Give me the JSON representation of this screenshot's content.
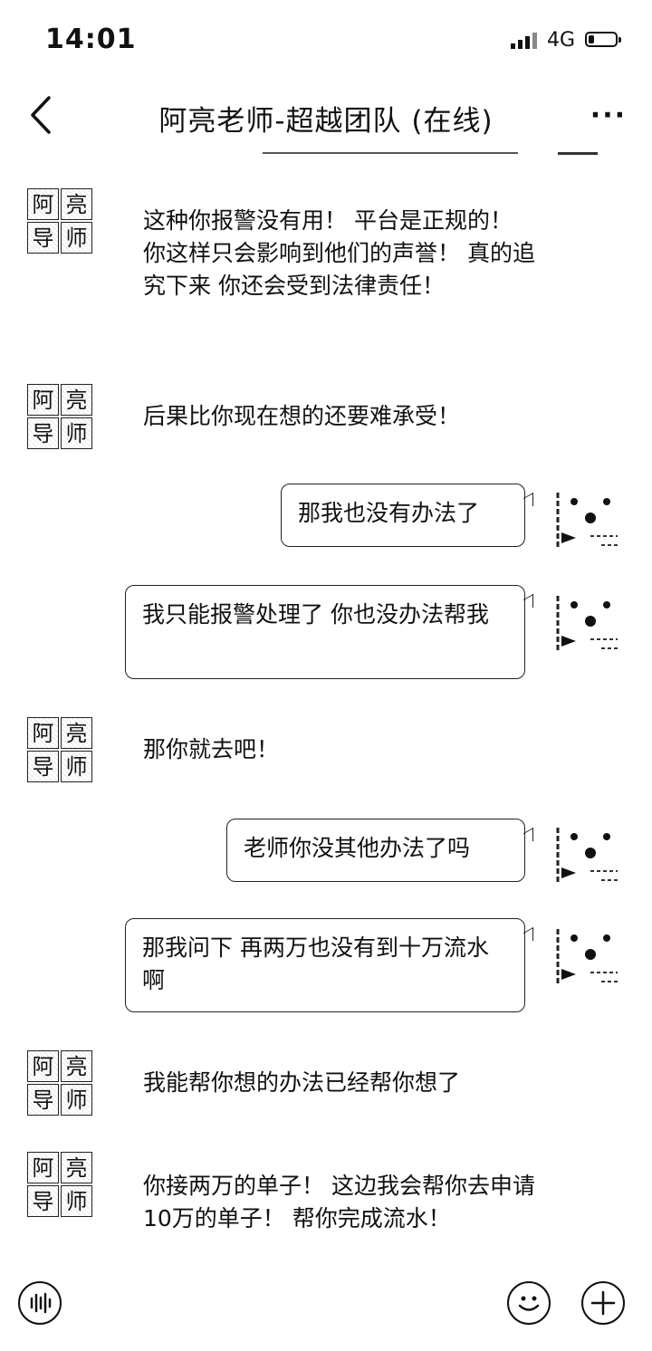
{
  "status_bar": {
    "time": "14:01",
    "network": "4G"
  },
  "nav": {
    "title": "阿亮老师-超越团队 (在线)",
    "more": "···"
  },
  "avatars": {
    "left_chars": [
      "阿",
      "亮",
      "导",
      "师"
    ]
  },
  "messages": [
    {
      "side": "left",
      "text": "这种你报警没有用！ 平台是正规的！ 你这样只会影响到他们的声誉！ 真的追究下来 你还会受到法律责任！"
    },
    {
      "side": "left",
      "text": "后果比你现在想的还要难承受！"
    },
    {
      "side": "right",
      "text": "那我也没有办法了"
    },
    {
      "side": "right",
      "text": "我只能报警处理了   你也没办法帮我"
    },
    {
      "side": "left",
      "text": "那你就去吧！"
    },
    {
      "side": "right",
      "text": "老师你没其他办法了吗"
    },
    {
      "side": "right",
      "text": "那我问下   再两万也没有到十万流水啊"
    },
    {
      "side": "left",
      "text": "我能帮你想的办法已经帮你想了"
    },
    {
      "side": "left",
      "text": "你接两万的单子！ 这边我会帮你去申请10万的单子！ 帮你完成流水！"
    }
  ]
}
